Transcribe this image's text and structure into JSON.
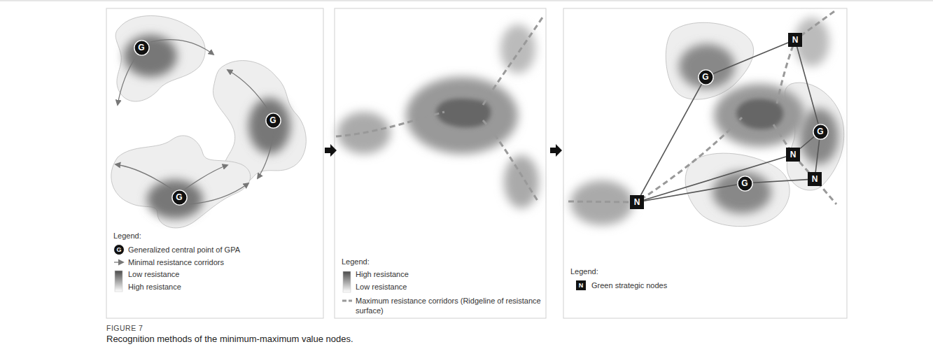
{
  "diagram": {
    "title": "FIGURE 7",
    "caption": "Recognition methods of the minimum-maximum value nodes.",
    "nodes": [
      {
        "text": [
          "G"
        ]
      },
      {
        "text": [
          "G"
        ]
      },
      {
        "text": [
          "G"
        ]
      },
      {
        "text": [
          "G"
        ]
      },
      {
        "text": [
          "N"
        ]
      },
      {
        "text": [
          "G"
        ]
      },
      {
        "text": [
          "N"
        ]
      },
      {
        "text": [
          "N"
        ]
      },
      {
        "text": [
          "G"
        ]
      },
      {
        "text": [
          "N"
        ]
      }
    ],
    "edges": [
      {
        "from": 3,
        "to": 4,
        "arrow": "none"
      },
      {
        "from": 4,
        "to": 5,
        "arrow": "none"
      },
      {
        "from": 5,
        "to": 9,
        "arrow": "none"
      },
      {
        "from": 9,
        "to": 8,
        "arrow": "none"
      },
      {
        "from": 8,
        "to": 6,
        "arrow": "none"
      },
      {
        "from": 6,
        "to": 3,
        "arrow": "none"
      },
      {
        "from": 6,
        "to": 7,
        "arrow": "none"
      },
      {
        "from": 7,
        "to": 5,
        "arrow": "none"
      }
    ],
    "labels": [
      "Legend:",
      "G",
      "Legend:",
      "Legend:",
      "N"
    ],
    "legend": [
      {
        "text": "Generalized central point of GPA"
      },
      {
        "text": "Minimal resistance corridors"
      },
      {
        "text": "Low resistance"
      },
      {
        "text": "High resistance"
      },
      {
        "text": "High resistance"
      },
      {
        "text": "Low resistance"
      },
      {
        "text": "Maximum resistance corridors (Ridgeline of resistance surface)"
      },
      {
        "text": "Green strategic nodes"
      }
    ]
  }
}
